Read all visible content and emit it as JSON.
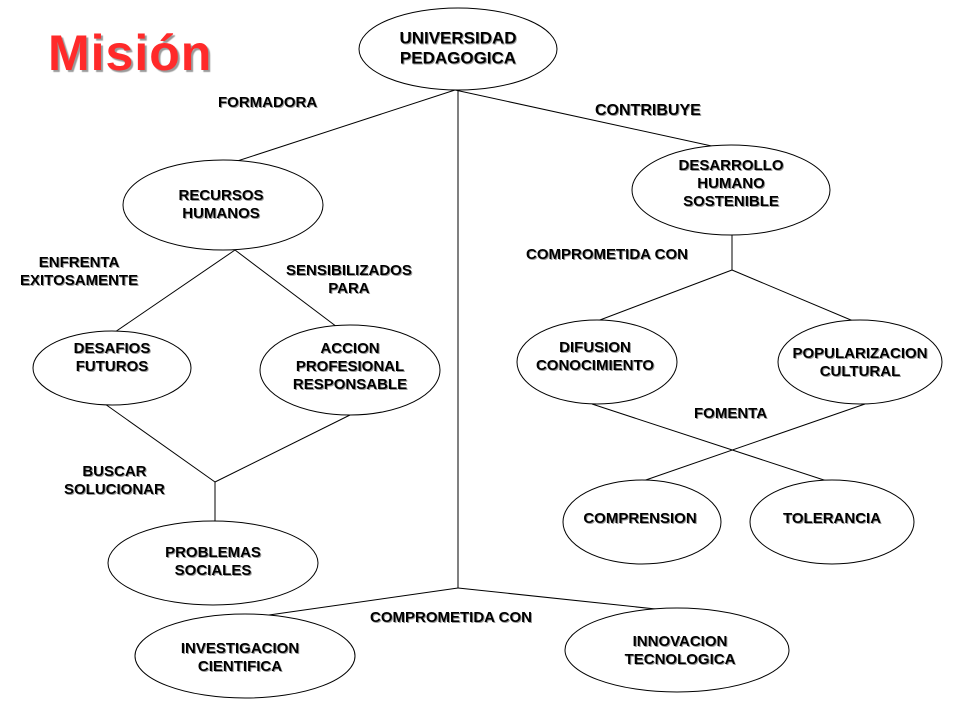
{
  "title": "Misión",
  "nodes": {
    "universidad": "UNIVERSIDAD\nPEDAGOGICA",
    "recursos": "RECURSOS\nHUMANOS",
    "desarrollo": "DESARROLLO\nHUMANO\nSOSTENIBLE",
    "desafios": "DESAFIOS\nFUTUROS",
    "accion": "ACCION\nPROFESIONAL\nRESPONSABLE",
    "difusion": "DIFUSION\nCONOCIMIENTO",
    "popularizacion": "POPULARIZACION\nCULTURAL",
    "problemas": "PROBLEMAS\nSOCIALES",
    "comprension": "COMPRENSION",
    "tolerancia": "TOLERANCIA",
    "investigacion": "INVESTIGACION\nCIENTIFICA",
    "innovacion": "INNOVACION\nTECNOLOGICA"
  },
  "labels": {
    "formadora": "FORMADORA",
    "contribuye": "CONTRIBUYE",
    "enfrenta": "ENFRENTA\nEXITOSAMENTE",
    "sensibilizados": "SENSIBILIZADOS\nPARA",
    "comprometida_top": "COMPROMETIDA CON",
    "fomenta": "FOMENTA",
    "buscar": "BUSCAR\nSOLUCIONAR",
    "comprometida_bottom": "COMPROMETIDA CON"
  }
}
